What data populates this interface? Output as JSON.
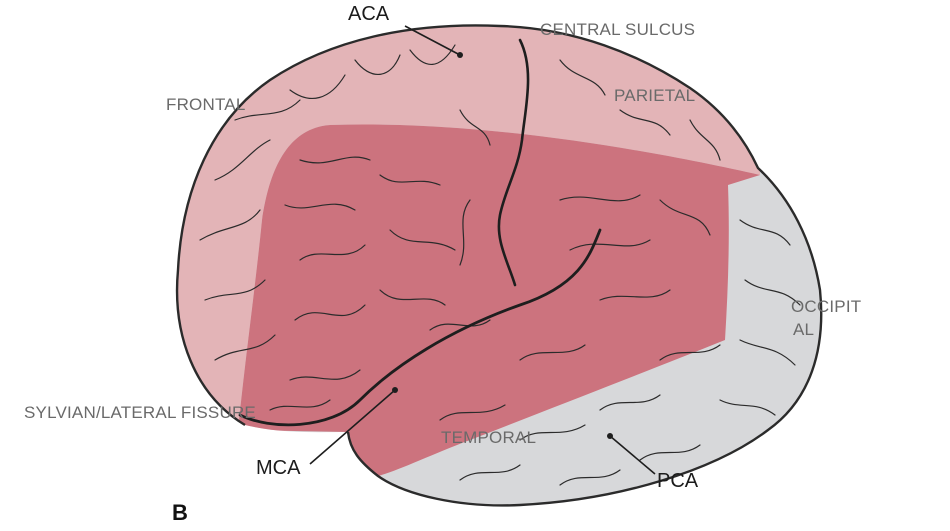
{
  "figure_label": "B",
  "labels": {
    "aca": "ACA",
    "central_sulcus": "CENTRAL SULCUS",
    "frontal": "FRONTAL",
    "parietal": "PARIETAL",
    "occipital_line1": "OCCIPIT",
    "occipital_line2": "AL",
    "sylvian": "SYLVIAN/LATERAL FISSURE",
    "temporal": "TEMPORAL",
    "mca": "MCA",
    "pca": "PCA"
  },
  "colors": {
    "aca_territory": "#e3b4b7",
    "mca_territory": "#cc737e",
    "pca_territory": "#d7d8da",
    "outline": "#2b2b2b"
  }
}
